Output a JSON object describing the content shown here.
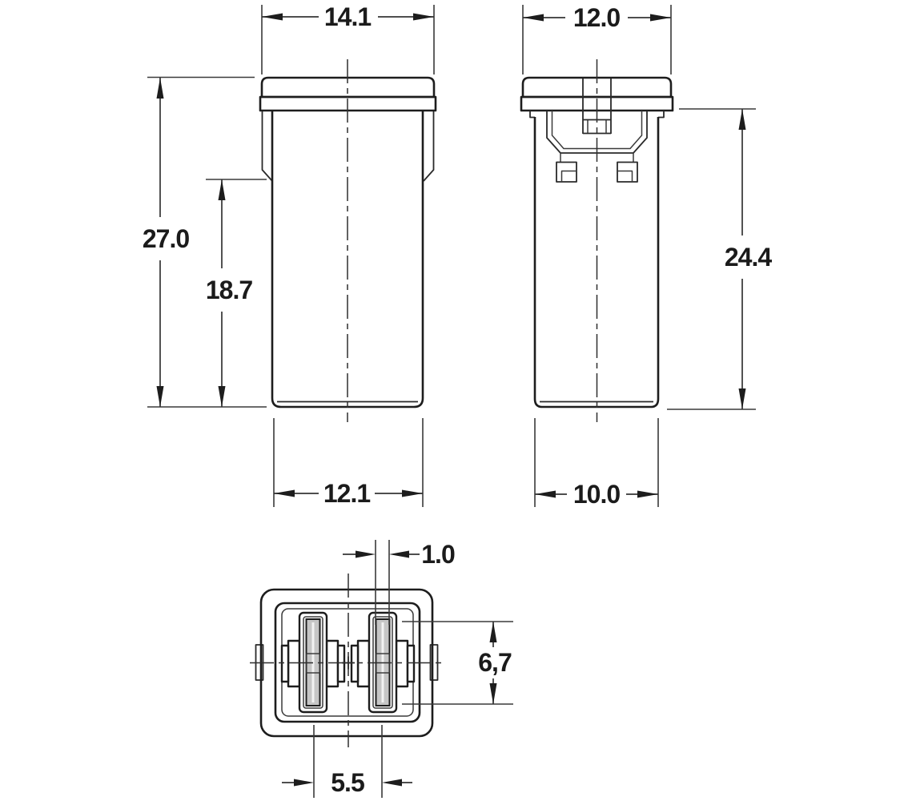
{
  "drawing": {
    "views": {
      "front": {
        "top_width": "14.1",
        "overall_height": "27.0",
        "body_height": "18.7",
        "bottom_width": "12.1"
      },
      "side": {
        "top_width": "12.0",
        "height": "24.4",
        "bottom_width": "10.0"
      },
      "bottom": {
        "slot_width": "1.0",
        "terminal_length": "6,7",
        "terminal_pitch": "5.5"
      }
    },
    "colors": {
      "line": "#1d1d1d",
      "dimension_line": "#353535",
      "background": "#ffffff",
      "blade_fill": "#c6c6c6"
    }
  }
}
